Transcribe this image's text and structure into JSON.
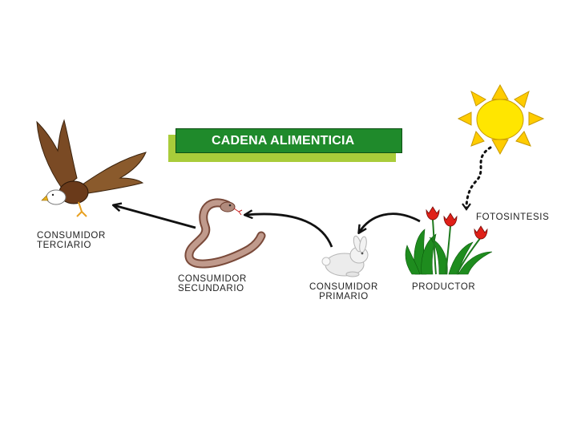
{
  "title": "CADENA ALIMENTICIA",
  "labels": {
    "tertiary": "CONSUMIDOR\nTERCIARIO",
    "secondary": "CONSUMIDOR\nSECUNDARIO",
    "primary": "CONSUMIDOR\nPRIMARIO",
    "producer": "PRODUCTOR",
    "photosynthesis": "FOTOSINTESIS"
  },
  "colors": {
    "title_fill": "#1f8a2b",
    "title_shadow": "#a9cc3a",
    "sun_core": "#ffe600",
    "sun_rays": "#ffcc00",
    "arrows": "#111111"
  },
  "icons": [
    "eagle-icon",
    "snake-icon",
    "rabbit-icon",
    "tulips-icon",
    "sun-icon"
  ]
}
